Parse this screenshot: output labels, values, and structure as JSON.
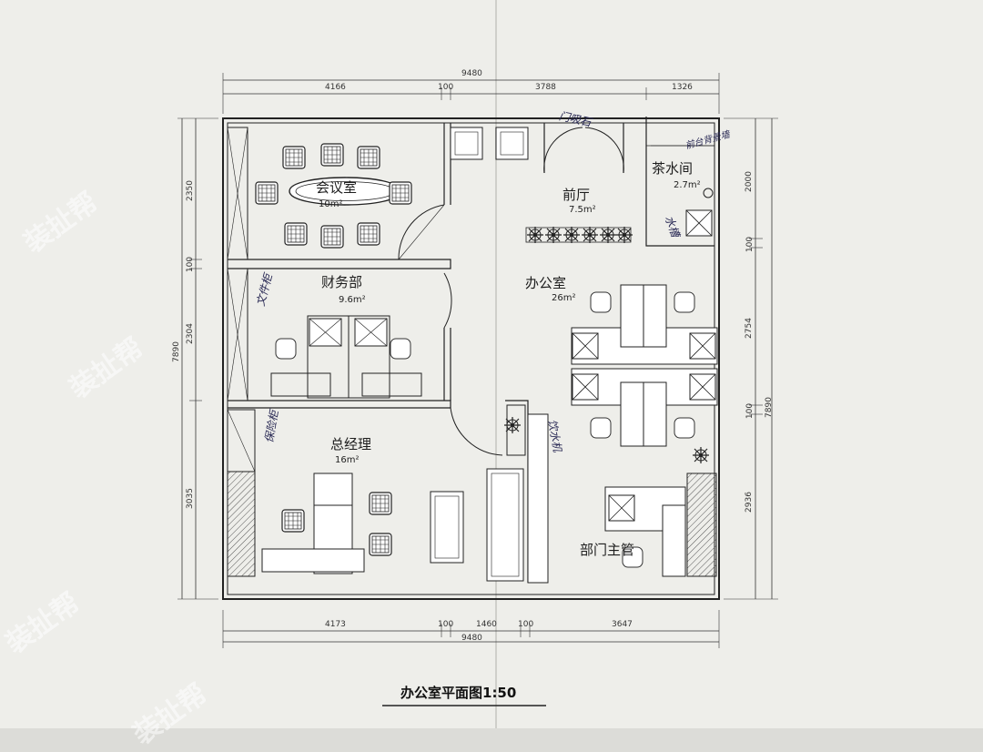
{
  "plan": {
    "title": "办公室平面图1:50",
    "rooms": [
      {
        "name": "会议室",
        "area": "10m²"
      },
      {
        "name": "前厅",
        "area": "7.5m²"
      },
      {
        "name": "茶水间",
        "area": "2.7m²"
      },
      {
        "name": "财务部",
        "area": "9.6m²"
      },
      {
        "name": "办公室",
        "area": "26m²"
      },
      {
        "name": "总经理",
        "area": "16m²"
      },
      {
        "name": "部门主管",
        "area": ""
      }
    ],
    "dims_top": {
      "total": "9480",
      "a": "4166",
      "b": "100",
      "c": "3788",
      "d": "1326"
    },
    "dims_bottom": {
      "total": "9480",
      "a": "4173",
      "b": "100",
      "c": "1460",
      "d": "100",
      "e": "3647"
    },
    "dims_left": {
      "total": "7890",
      "a": "2350",
      "b": "100",
      "c": "2304",
      "d": "3035"
    },
    "dims_right": {
      "total": "7890",
      "a": "2000",
      "b": "100",
      "c": "2754",
      "d": "100",
      "e": "2936"
    }
  },
  "handwritten": {
    "note_door": "门吸石",
    "note_top_right": "前台背景墙",
    "note_mid_right": "水槽",
    "note_left_mid": "文件柜",
    "note_left_low": "保险柜",
    "note_center": "饮水机"
  },
  "watermark": {
    "text": "装扯帮"
  },
  "colors": {
    "paper": "#f2f2ef",
    "line": "#2a2a2a",
    "hatch": "#555555"
  }
}
